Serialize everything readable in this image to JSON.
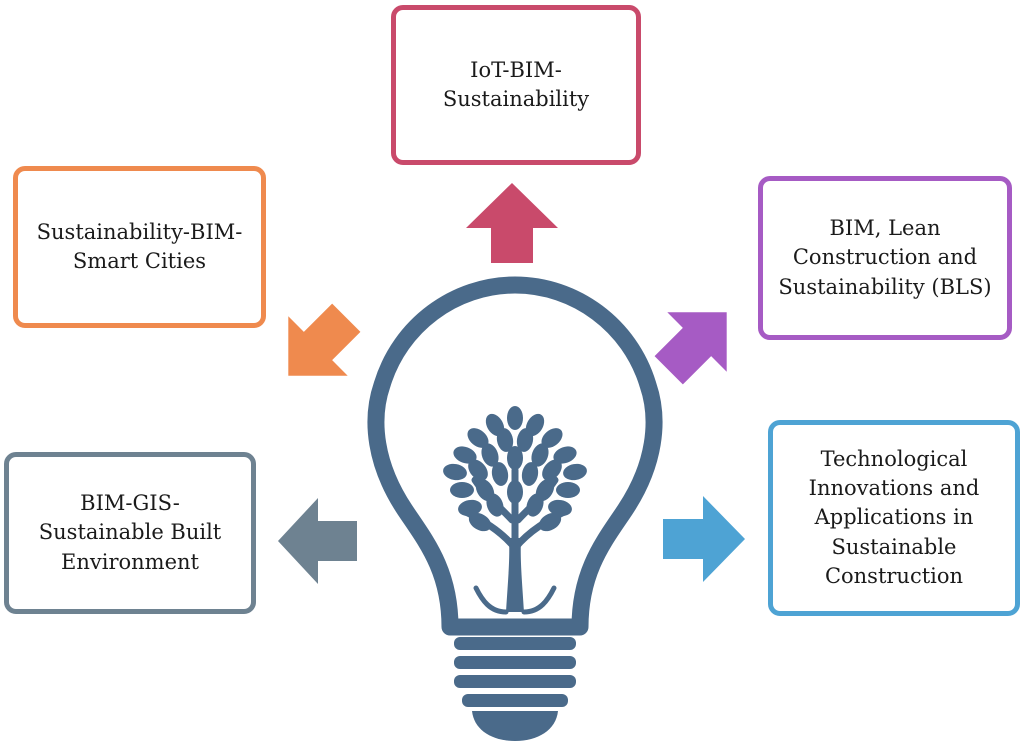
{
  "diagram": {
    "bulb_color": "#4a6a8a",
    "topics": [
      {
        "id": "iot",
        "label_lines": [
          "IoT-BIM-",
          "Sustainability"
        ],
        "color": "#c94a6b"
      },
      {
        "id": "smart",
        "label_lines": [
          "Sustainability-BIM-",
          "Smart Cities"
        ],
        "color": "#ef8a4e"
      },
      {
        "id": "bls",
        "label_lines": [
          "BIM, Lean",
          "Construction and",
          "Sustainability (BLS)"
        ],
        "color": "#a65bc4"
      },
      {
        "id": "gis",
        "label_lines": [
          "BIM-GIS-",
          "Sustainable Built",
          "Environment"
        ],
        "color": "#6e8291"
      },
      {
        "id": "tech",
        "label_lines": [
          "Technological",
          "Innovations and",
          "Applications in",
          "Sustainable",
          "Construction"
        ],
        "color": "#4ea3d4"
      }
    ]
  }
}
